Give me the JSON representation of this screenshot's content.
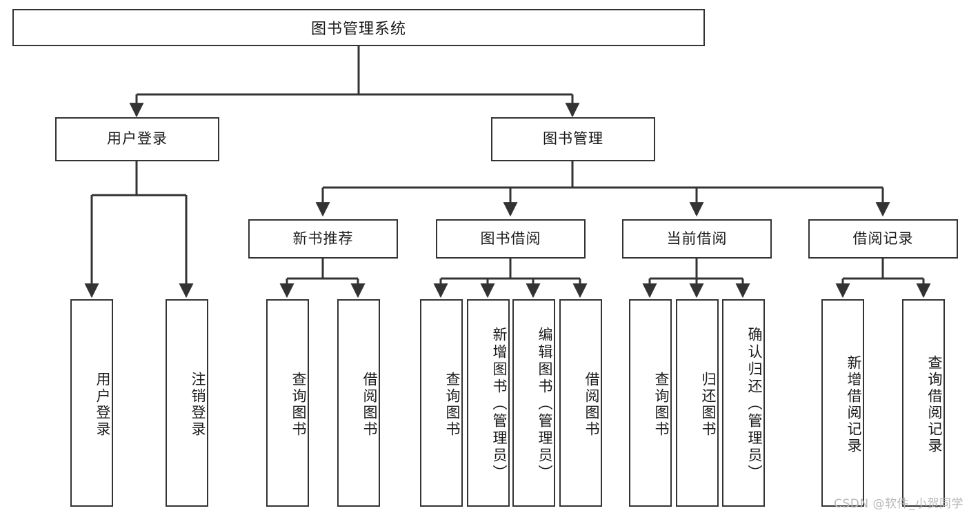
{
  "diagram": {
    "title": "图书管理系统",
    "type": "tree",
    "orientation": "top-down",
    "style": {
      "box_border_color": "#333333",
      "box_fill_color": "#ffffff",
      "line_color": "#333333",
      "background": "#ffffff",
      "text_color": "#1a1a1a"
    }
  },
  "nodes": {
    "root": {
      "label": "图书管理系统",
      "level": 1,
      "orientation": "horizontal"
    },
    "level2": [
      {
        "id": "user-login",
        "label": "用户登录",
        "orientation": "horizontal"
      },
      {
        "id": "book-management",
        "label": "图书管理",
        "orientation": "horizontal"
      }
    ],
    "level3": [
      {
        "id": "new-book-recommend",
        "label": "新书推荐",
        "orientation": "horizontal"
      },
      {
        "id": "book-borrow",
        "label": "图书借阅",
        "orientation": "horizontal"
      },
      {
        "id": "current-borrow",
        "label": "当前借阅",
        "orientation": "horizontal"
      },
      {
        "id": "borrow-record",
        "label": "借阅记录",
        "orientation": "horizontal"
      }
    ],
    "leaves": {
      "user-login": [
        {
          "id": "leaf-user-login",
          "label": "用户登录",
          "orientation": "vertical"
        },
        {
          "id": "leaf-user-logout",
          "label": "注销登录",
          "orientation": "vertical"
        }
      ],
      "new-book-recommend": [
        {
          "id": "leaf-query-book-1",
          "label": "查询图书",
          "orientation": "vertical"
        },
        {
          "id": "leaf-borrow-book-1",
          "label": "借阅图书",
          "orientation": "vertical"
        }
      ],
      "book-borrow": [
        {
          "id": "leaf-query-book-2",
          "label": "查询图书",
          "orientation": "vertical"
        },
        {
          "id": "leaf-add-book",
          "label": "新增图书（管理员）",
          "orientation": "vertical"
        },
        {
          "id": "leaf-edit-book",
          "label": "编辑图书（管理员）",
          "orientation": "vertical"
        },
        {
          "id": "leaf-borrow-book-2",
          "label": "借阅图书",
          "orientation": "vertical"
        }
      ],
      "current-borrow": [
        {
          "id": "leaf-query-book-3",
          "label": "查询图书",
          "orientation": "vertical"
        },
        {
          "id": "leaf-return-book",
          "label": "归还图书",
          "orientation": "vertical"
        },
        {
          "id": "leaf-confirm-return",
          "label": "确认归还（管理员）",
          "orientation": "vertical"
        }
      ],
      "borrow-record": [
        {
          "id": "leaf-add-record",
          "label": "新增借阅记录",
          "orientation": "vertical"
        },
        {
          "id": "leaf-query-record",
          "label": "查询借阅记录",
          "orientation": "vertical"
        }
      ]
    }
  },
  "watermark": {
    "text": "CSDN @软件_小贺同学"
  }
}
